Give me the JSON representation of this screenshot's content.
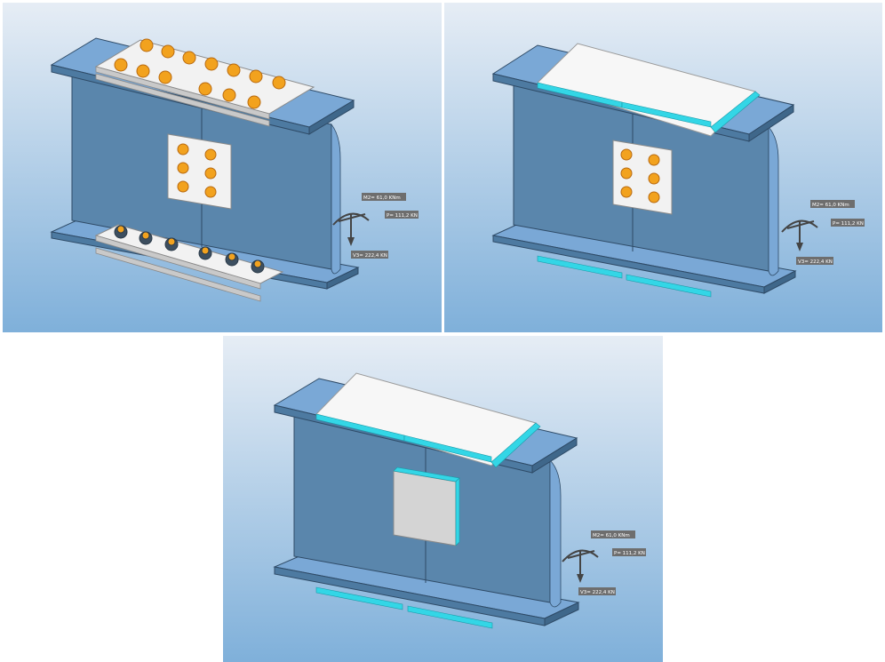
{
  "colors": {
    "bg_top": "#e6edf5",
    "bg_bottom": "#7fb0da",
    "steel_face": "#5a86ac",
    "steel_top": "#7aa8d6",
    "steel_edge": "#2e4a66",
    "plate": "#f2f2f2",
    "plate_side": "#c9c9c9",
    "bolt": "#f2a21e",
    "bolt_dark": "#b86a10",
    "weld": "#33d6e6",
    "label_bg": "#6e6e6e"
  },
  "panels": [
    {
      "variant": "bolted",
      "moment_label": "M2= 61,0 KNm",
      "axial_label": "P= 111,2 KN",
      "shear_label": "V3= 222,4 KN"
    },
    {
      "variant": "welded-flange-bolted-web",
      "moment_label": "M2= 61,0 KNm",
      "axial_label": "P= 111,2 KN",
      "shear_label": "V3= 222,4 KN"
    },
    {
      "variant": "fully-welded",
      "moment_label": "M2= 61,0 KNm",
      "axial_label": "P= 111,2 KN",
      "shear_label": "V3= 222,4 KN"
    }
  ]
}
